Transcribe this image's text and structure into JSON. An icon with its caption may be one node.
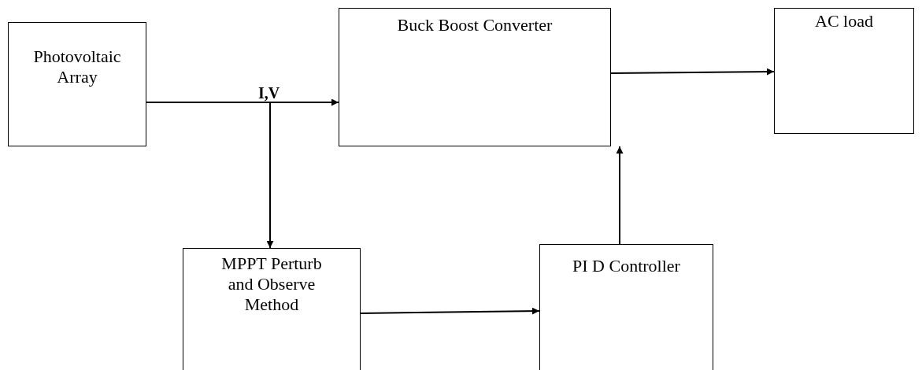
{
  "diagram": {
    "nodes": [
      {
        "text": [
          "Photovoltaic Array"
        ]
      },
      {
        "text": [
          "Buck Boost Converter"
        ]
      },
      {
        "text": [
          "AC load"
        ]
      },
      {
        "text": [
          "MPPT Perturb and Observe Method"
        ]
      },
      {
        "text": [
          "PI D Controller"
        ]
      }
    ],
    "edges": [
      {
        "from": 0,
        "to": 1,
        "arrow": "to",
        "label": "I,V"
      },
      {
        "from": 0,
        "to": 3,
        "arrow": "to"
      },
      {
        "from": 1,
        "to": 2,
        "arrow": "to"
      },
      {
        "from": 3,
        "to": 4,
        "arrow": "to"
      },
      {
        "from": 4,
        "to": 1,
        "arrow": "to"
      }
    ]
  }
}
